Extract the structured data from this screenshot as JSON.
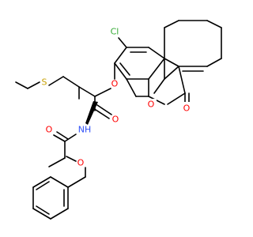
{
  "molecule": {
    "atoms": {
      "cl": {
        "text": "Cl",
        "color": "#33aa33"
      },
      "o_ester": {
        "text": "O",
        "color": "#ff0000"
      },
      "o_ester_carbonyl": {
        "text": "O",
        "color": "#ff0000"
      },
      "o_ring": {
        "text": "O",
        "color": "#ff0000"
      },
      "o_lactone_carbonyl": {
        "text": "O",
        "color": "#ff0000"
      },
      "s": {
        "text": "S",
        "color": "#c8a000"
      },
      "nh": {
        "text": "NH",
        "color": "#3050f8"
      },
      "o_carbamate_carbonyl": {
        "text": "O",
        "color": "#ff0000"
      },
      "o_carbamate_ether": {
        "text": "O",
        "color": "#ff0000"
      }
    },
    "bond_color": "#000000"
  }
}
